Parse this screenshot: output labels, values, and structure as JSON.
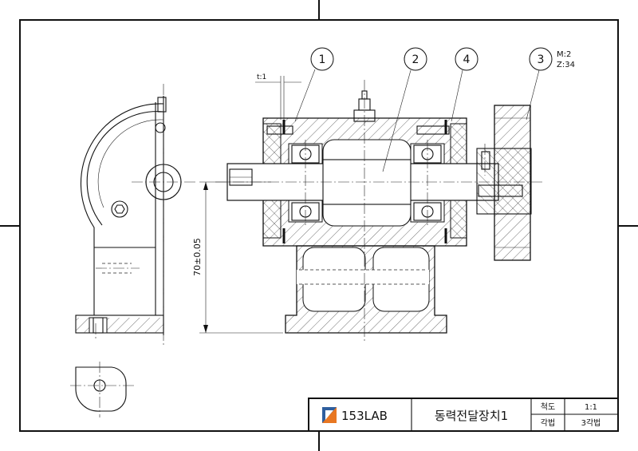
{
  "title_block": {
    "company": "153LAB",
    "drawing_title": "동력전달장치1",
    "scale_label": "척도",
    "scale_value": "1:1",
    "projection_label": "각법",
    "projection_value": "3각법"
  },
  "balloons": [
    {
      "number": "1"
    },
    {
      "number": "2"
    },
    {
      "number": "4"
    },
    {
      "number": "3"
    }
  ],
  "gear_spec": {
    "module": "M:2",
    "teeth": "Z:34"
  },
  "dimensions": {
    "height": "70±0.05",
    "gap": "t:1"
  },
  "colors": {
    "logo_blue": "#2f5f9e",
    "logo_orange": "#e87722",
    "line": "#111111"
  }
}
